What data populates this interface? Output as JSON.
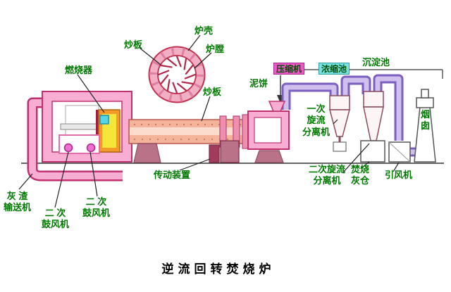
{
  "title": "逆流回转焚烧炉",
  "labels": {
    "furnace_shell": "炉壳",
    "stir_plate_top": "炒板",
    "furnace_chamber": "炉膛",
    "burner": "燃烧器",
    "compressor": "压缩机",
    "concentration_tank": "浓缩池",
    "sedimentation_tank": "沉淀池",
    "mud_cake": "泥饼",
    "stir_plate_mid": "炒板",
    "chimney": "烟\n囱",
    "primary_cyclone": "一次\n旋流\n分离机",
    "secondary_cyclone": "二次旋流\n分离机",
    "ash_bin": "焚烧\n灰仓",
    "induced_draft_fan": "引风机",
    "transmission": "传动装置",
    "ash_conveyor": "灰 渣\n输送机",
    "secondary_blower_left": "二 次\n鼓风机",
    "secondary_blower_right": "二 次\n鼓风机"
  },
  "colors": {
    "label_green": "#007800",
    "structure_pink": "#f7aed2",
    "structure_pink_dark": "#c23070",
    "kiln_salmon": "#f4b39b",
    "pipe_purple": "#7b5fc0",
    "pipe_purple_light": "#cfc0ee",
    "compressor_magenta": "#ee58c8",
    "tank_cyan": "#76e2e2",
    "burner_orange": "#f59a28",
    "burner_yellow": "#f7e63a",
    "title_black": "#000000"
  }
}
